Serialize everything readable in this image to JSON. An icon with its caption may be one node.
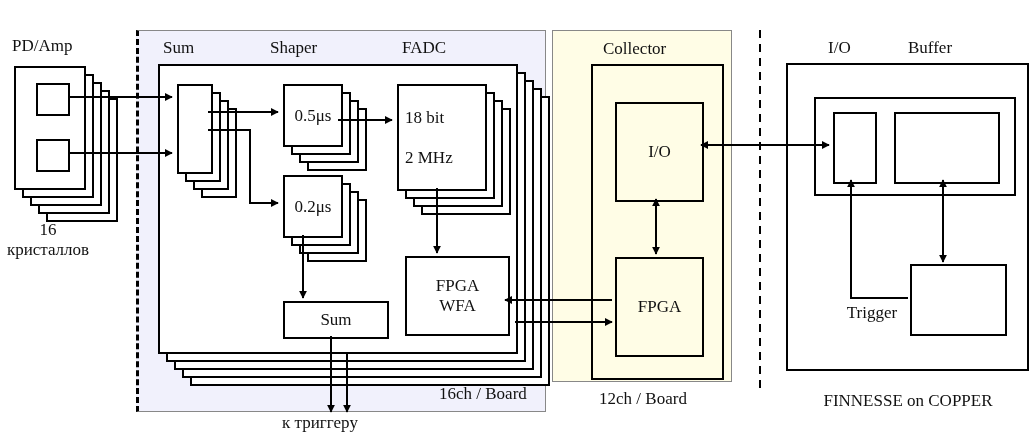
{
  "diagram": {
    "nodes": [
      {
        "text": [
          "PD/Amp"
        ],
        "beside": [
          "16 кристаллов"
        ]
      },
      {
        "text": [],
        "shape": "box",
        "in": 0
      },
      {
        "text": [],
        "shape": "box",
        "in": 0
      },
      {
        "text": [
          "16ch / Board"
        ]
      },
      {
        "text": [],
        "shape": "box",
        "in": 3
      },
      {
        "text": [],
        "shape": "box",
        "in": 4
      },
      {
        "text": [
          "0.5μs"
        ],
        "in": 4
      },
      {
        "text": [
          "0.2μs"
        ],
        "in": 4
      },
      {
        "text": [
          "18 bit",
          "2 MHz"
        ],
        "in": 4
      },
      {
        "text": [
          "Sum"
        ],
        "in": 4
      },
      {
        "text": [
          "FPGA WFA"
        ],
        "in": 4
      },
      {
        "text": [
          "Collector"
        ],
        "beside": [
          "12ch / Board"
        ]
      },
      {
        "text": [],
        "shape": "box",
        "in": 11
      },
      {
        "text": [
          "I/O"
        ],
        "in": 12
      },
      {
        "text": [
          "FPGA"
        ],
        "in": 12
      },
      {
        "text": [],
        "shape": "box",
        "beside": [
          "FINNESSE on COPPER"
        ]
      },
      {
        "text": [],
        "shape": "box",
        "in": 15
      },
      {
        "text": [],
        "shape": "box",
        "in": 16
      },
      {
        "text": [],
        "shape": "box",
        "in": 16
      },
      {
        "text": [],
        "shape": "box",
        "in": 15,
        "beside": [
          "Trigger"
        ]
      },
      {
        "text": [
          "к триггеру"
        ]
      }
    ],
    "edges": [
      {
        "from": 1,
        "to": 5,
        "arrow": "to"
      },
      {
        "from": 2,
        "to": 5,
        "arrow": "to"
      },
      {
        "from": 5,
        "to": 6,
        "arrow": "to"
      },
      {
        "from": 5,
        "to": 7,
        "arrow": "to"
      },
      {
        "from": 6,
        "to": 8,
        "arrow": "to"
      },
      {
        "from": 7,
        "to": 9,
        "arrow": "to"
      },
      {
        "from": 8,
        "to": 10,
        "arrow": "to"
      },
      {
        "from": 9,
        "to": 20,
        "arrow": "to"
      },
      {
        "from": 4,
        "to": 20,
        "arrow": "to"
      },
      {
        "from": 4,
        "to": 14,
        "arrow": "to"
      },
      {
        "from": 14,
        "to": 10,
        "arrow": "to"
      },
      {
        "from": 13,
        "to": 14,
        "arrow": "both"
      },
      {
        "from": 13,
        "to": 17,
        "arrow": "both"
      },
      {
        "from": 19,
        "to": 17,
        "arrow": "to"
      },
      {
        "from": 19,
        "to": 18,
        "arrow": "both"
      }
    ],
    "labels": [
      "Sum",
      "Shaper",
      "FADC",
      "I/O",
      "Buffer"
    ]
  }
}
